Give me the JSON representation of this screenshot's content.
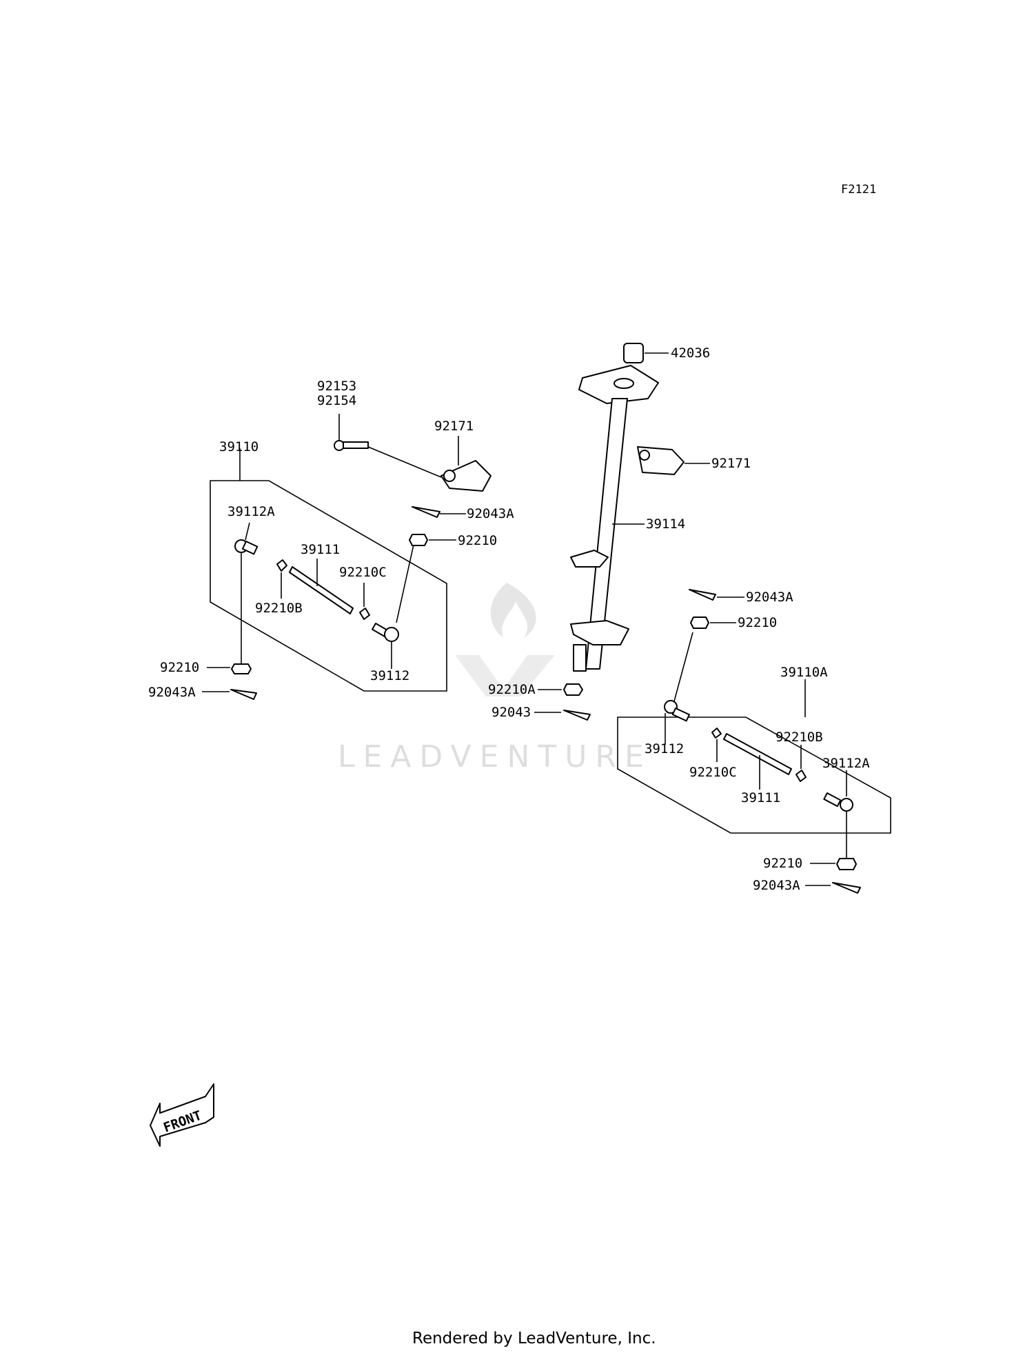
{
  "diagram_code": "F2121",
  "watermark": "LEADVENTURE",
  "footer": "Rendered by LeadVenture, Inc.",
  "front_label": "FRONT",
  "labels": {
    "p92153": "92153",
    "p92154": "92154",
    "p92171_left": "92171",
    "p39110": "39110",
    "p92043A_top": "92043A",
    "p92210_top": "92210",
    "p39112A_left": "39112A",
    "p39111_left": "39111",
    "p92210C_left": "92210C",
    "p92210B_left": "92210B",
    "p92210_left": "92210",
    "p39112_left": "39112",
    "p92043A_left": "92043A",
    "p42036": "42036",
    "p92171_right": "92171",
    "p39114": "39114",
    "p92043A_right": "92043A",
    "p92210_right": "92210",
    "p92210A": "92210A",
    "p92043": "92043",
    "p39110A": "39110A",
    "p39112_right": "39112",
    "p92210B_right": "92210B",
    "p92210C_right": "92210C",
    "p39112A_right": "39112A",
    "p39111_right": "39111",
    "p92210_bottom": "92210",
    "p92043A_bottom": "92043A"
  }
}
